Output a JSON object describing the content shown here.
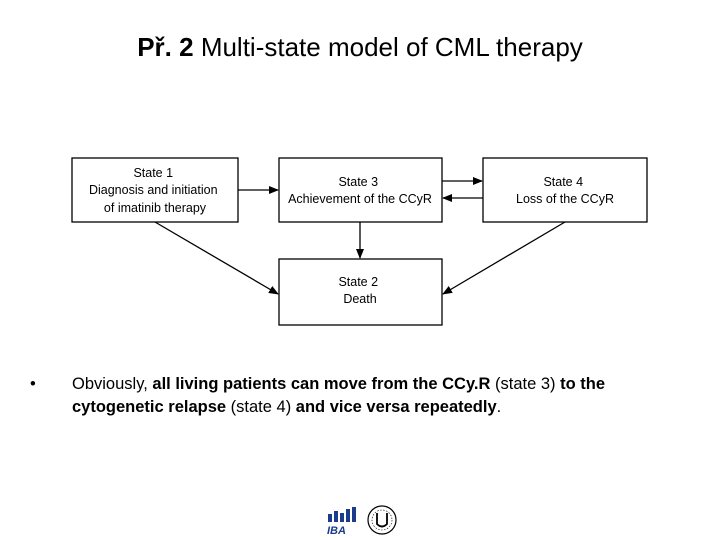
{
  "title": {
    "prefix": "Př. 2",
    "text": "Multi-state model of CML therapy"
  },
  "states": {
    "s1": {
      "lines": [
        "State 1",
        "Diagnosis and initiation",
        "of imatinib therapy"
      ]
    },
    "s3": {
      "lines": [
        "State 3",
        "Achievement of the CCyR"
      ]
    },
    "s4": {
      "lines": [
        "State 4",
        "Loss of the CCyR"
      ]
    },
    "s2": {
      "lines": [
        "State 2",
        "Death"
      ]
    }
  },
  "bullet": {
    "symbol": "•",
    "segments": [
      {
        "text": "Obviously, ",
        "bold": false
      },
      {
        "text": "all living patients can move from the CCy.R",
        "bold": true
      },
      {
        "text": " (state 3) ",
        "bold": false
      },
      {
        "text": "to the cytogenetic relapse",
        "bold": true
      },
      {
        "text": " (state 4) ",
        "bold": false
      },
      {
        "text": "and vice versa repeatedly",
        "bold": true
      },
      {
        "text": ".",
        "bold": false
      }
    ]
  },
  "logos": {
    "iba_text": "IBA",
    "university_icon": "university-seal-icon"
  },
  "colors": {
    "box_border": "#000000",
    "arrow": "#000000"
  }
}
